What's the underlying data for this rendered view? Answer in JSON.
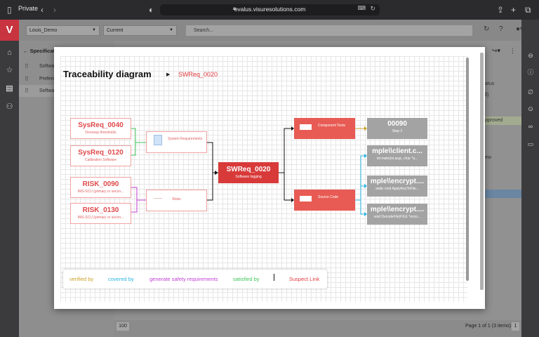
{
  "browser": {
    "private_label": "Private",
    "url": "evalus.visuresolutions.com"
  },
  "app": {
    "logo": "V",
    "project_select": "Louis_Demo",
    "version_select": "Current",
    "search_placeholder": "Search..."
  },
  "tree": {
    "header": "Specificat",
    "items": [
      {
        "label": "Softwa"
      },
      {
        "label": "Prefere"
      },
      {
        "label": "Softwa"
      }
    ]
  },
  "right_panel": {
    "status_header": "atus",
    "all_label": "ll)",
    "approved_label": "pproved",
    "new_label": "ew"
  },
  "pager": {
    "page_size": "100",
    "info": "Page 1 of 1 (3 items)",
    "page": "1"
  },
  "diagram": {
    "title": "Traceability diagram",
    "current_req": "SWReq_0020",
    "left_nodes": [
      {
        "id": "SysReq_0040",
        "sub": "Doorway thresholds"
      },
      {
        "id": "SysReq_0120",
        "sub": "Calibration Software"
      },
      {
        "id": "RISK_0090",
        "sub": "IMS-SCU (primary or secon..."
      },
      {
        "id": "RISK_0130",
        "sub": "IMS-SCU (primary or secon..."
      }
    ],
    "mid_nodes": {
      "sysreq": "System Requirements",
      "risks": "Risks"
    },
    "center": {
      "id": "SWReq_0020",
      "sub": "Software logging"
    },
    "right_groups": {
      "tests": "Component Tests",
      "code": "Source Code"
    },
    "far_nodes": [
      {
        "id": "00090",
        "sub": "Step 2"
      },
      {
        "id": "mple\\\\client.c...",
        "sub": "int main(int argc, char *a..."
      },
      {
        "id": "mple\\\\encrypt....",
        "sub": "static void ApplyKeyToFile..."
      },
      {
        "id": "mple\\\\encrypt....",
        "sub": "void DecodeFile(FILE *enco..."
      }
    ],
    "legend": {
      "verified": "verified by",
      "covered": "covered by",
      "safety": "generate safety requirements",
      "satisfied": "satisfied by",
      "suspect": "Suspect Link"
    },
    "colors": {
      "verified": "#c9a227",
      "covered": "#2bb5e3",
      "safety": "#c23fd6",
      "satisfied": "#3fc55a",
      "suspect": "#e0393c",
      "accent": "#d83a3a"
    }
  }
}
